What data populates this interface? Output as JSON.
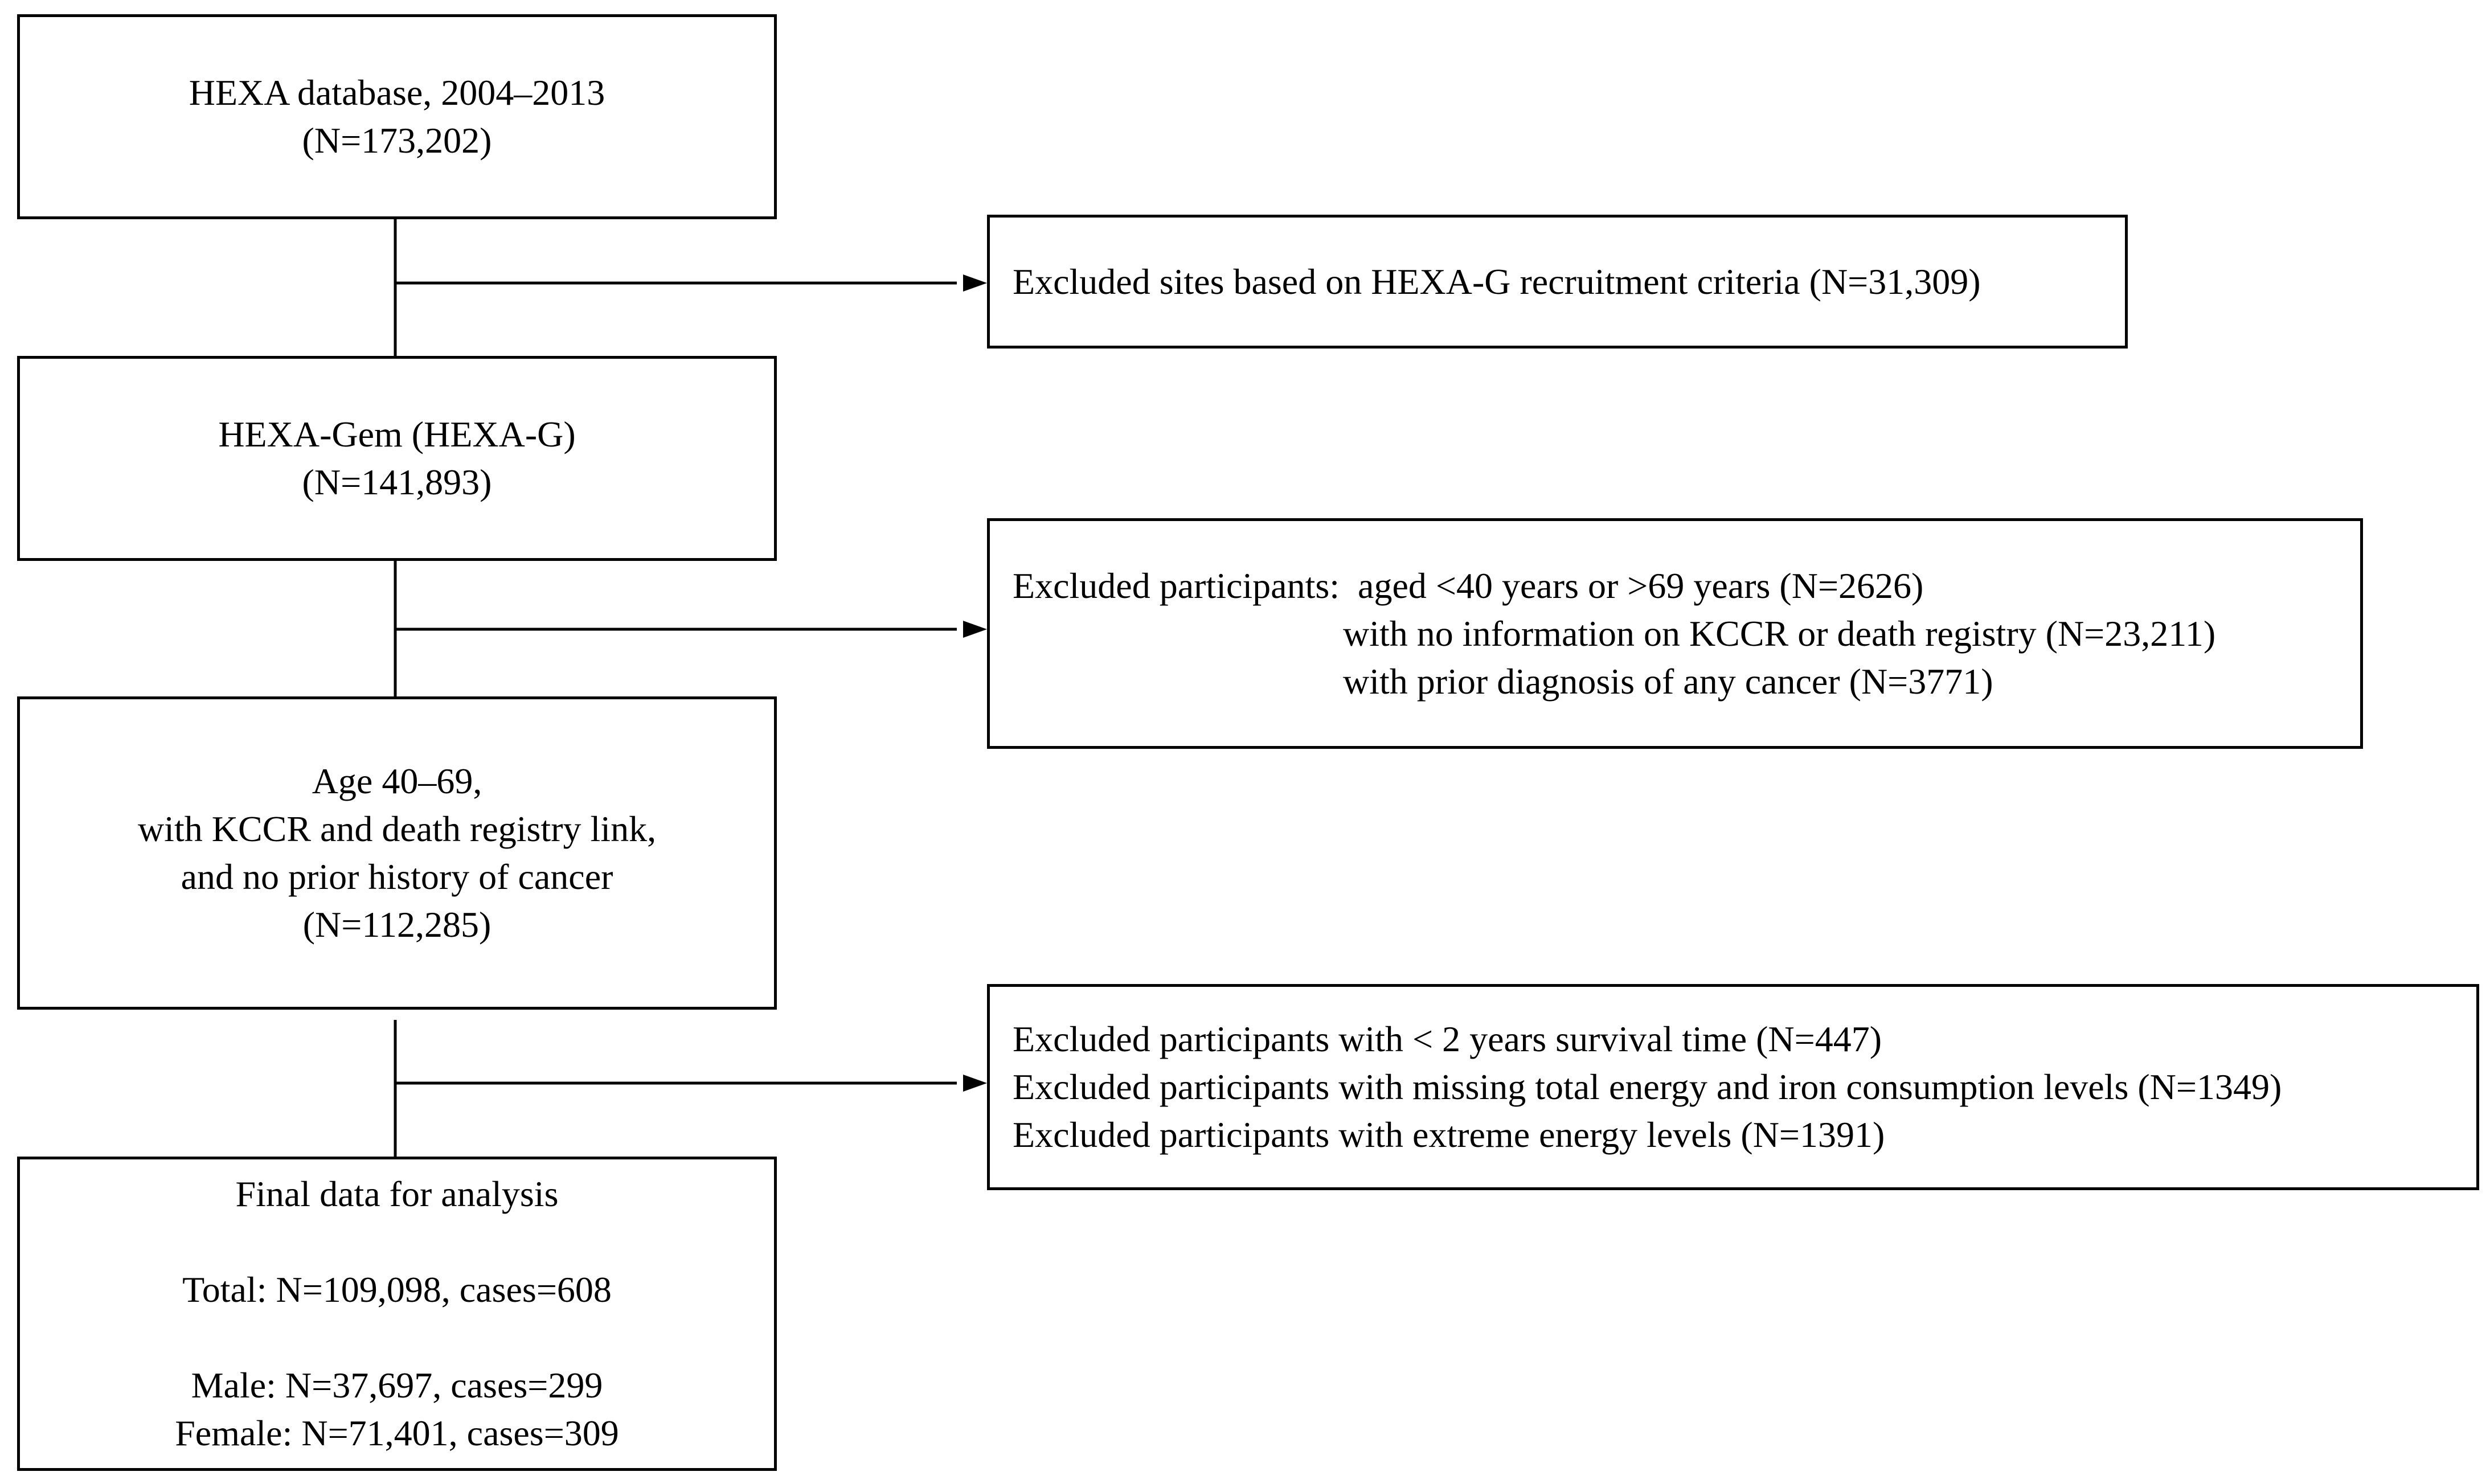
{
  "flow": {
    "box1": {
      "line1": "HEXA database, 2004–2013",
      "line2": "(N=173,202)"
    },
    "box2": {
      "line1": "HEXA-Gem (HEXA-G)",
      "line2": "(N=141,893)"
    },
    "box3": {
      "line1": "Age 40–69,",
      "line2": "with KCCR and death registry link,",
      "line3": "and no prior history of cancer",
      "line4": "(N=112,285)"
    },
    "box4": {
      "line1": "Final data for analysis",
      "line2": "Total: N=109,098, cases=608",
      "line3": "Male: N=37,697, cases=299",
      "line4": "Female: N=71,401, cases=309"
    }
  },
  "exclusions": {
    "excl1": {
      "line1": "Excluded sites based on HEXA-G recruitment criteria (N=31,309)"
    },
    "excl2": {
      "line1": "Excluded participants:  aged <40 years or >69 years (N=2626)",
      "line2": "with no information on KCCR or death registry (N=23,211)",
      "line3": "with prior diagnosis of any cancer (N=3771)"
    },
    "excl3": {
      "line1": "Excluded participants with < 2 years survival time (N=447)",
      "line2": "Excluded participants with missing total energy and iron consumption levels (N=1349)",
      "line3": "Excluded participants with extreme energy levels (N=1391)"
    }
  }
}
